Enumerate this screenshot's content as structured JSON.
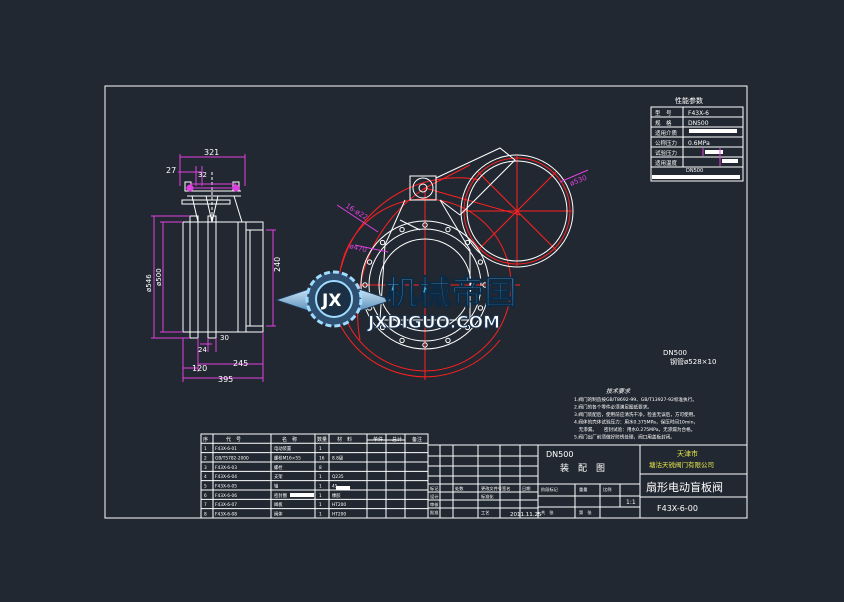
{
  "dims": {
    "d321": "321",
    "d27": "27",
    "d32": "32",
    "d240": "240",
    "d30": "30",
    "d24": "24",
    "d120": "120",
    "d245": "245",
    "d395": "395",
    "phi_left_outer": "ø546",
    "phi_left_inner": "ø500",
    "phi_right": "ø530",
    "circle_a": "16-ø22",
    "circle_b": "ø470"
  },
  "params": {
    "title": "性能参数",
    "rows": [
      {
        "k": "型　号",
        "v": "F43X-6"
      },
      {
        "k": "规　格",
        "v": "DN500"
      },
      {
        "k": "适用介质",
        "v": ""
      },
      {
        "k": "公称压力",
        "v": "0.6MPa"
      },
      {
        "k": "试验压力",
        "v": ""
      },
      {
        "k": "适用温度",
        "v": ""
      }
    ],
    "footer": "DN500"
  },
  "pipe": {
    "label": "DN500",
    "spec": "钢管ø528×10"
  },
  "tech": {
    "title": "技术要求",
    "lines": [
      "1.阀门的制造按GB/T8692-99、GB/T13927-92标准执行。",
      "2.阀门的各个零件必须满足图纸要求。",
      "3.阀门装配后，使用前应清洗干净，检查无误后，方可使用。",
      "4.阀体的壳体试验压力：用水0.375MPa，保压时间10min，",
      "　无渗漏。　　密封试验：用水0.275MPa，无渗漏为合格。",
      "5.阀门出厂前须做好防锈处理，阀口用盖板封闭。"
    ]
  },
  "watermark": {
    "cn": "机械帝国",
    "en": "JXDIGUO.COM",
    "badge": "JX"
  },
  "bom": {
    "headers": [
      "序",
      "代　号",
      "名　称",
      "数量",
      "材　料",
      "单件",
      "总计",
      "备注"
    ],
    "rows": [
      [
        "8",
        "F43X-6-08",
        "阀体",
        "1",
        "HT200",
        "",
        "",
        ""
      ],
      [
        "7",
        "F43X-6-07",
        "阀板",
        "1",
        "HT200",
        "",
        "",
        ""
      ],
      [
        "6",
        "F43X-6-06",
        "密封圈",
        "1",
        "橡胶",
        "",
        "",
        ""
      ],
      [
        "5",
        "F43X-6-05",
        "轴",
        "1",
        "45",
        "",
        "",
        ""
      ],
      [
        "4",
        "F43X-6-04",
        "支架",
        "1",
        "Q235",
        "",
        "",
        ""
      ],
      [
        "3",
        "F43X-6-03",
        "螺栓",
        "8",
        "",
        "",
        "",
        ""
      ],
      [
        "2",
        "GB/T5782-2000",
        "螺栓M16×55",
        "16",
        "8.8级",
        "",
        "",
        ""
      ],
      [
        "1",
        "F43X-6-01",
        "电动装置",
        "1",
        "",
        "",
        "",
        ""
      ]
    ]
  },
  "title_block": {
    "drawing_no_top": "DN500",
    "drawing_name": "装　配　图",
    "company_city": "天津市",
    "company": "塘沽天锐阀门有限公司",
    "product": "扇形电动盲板阀",
    "code": "F43X-6-00",
    "scale": "1:1",
    "date": "2011.11.25",
    "cells": [
      "标记",
      "处数",
      "更改文件号",
      "签名",
      "日期",
      "设计",
      "标准化",
      "审核",
      "批准",
      "工艺",
      "阶段标记",
      "重量",
      "比例",
      "共　张",
      "第　张"
    ]
  },
  "colors": {
    "bg": "#222831",
    "frame": "#ffffff",
    "red": "#ff2020",
    "magenta": "#e040e0",
    "yellow": "#e8e84a",
    "blue": "#4060ff",
    "cyan": "#30d8d8",
    "logo_blue": "#3fa0d8"
  }
}
